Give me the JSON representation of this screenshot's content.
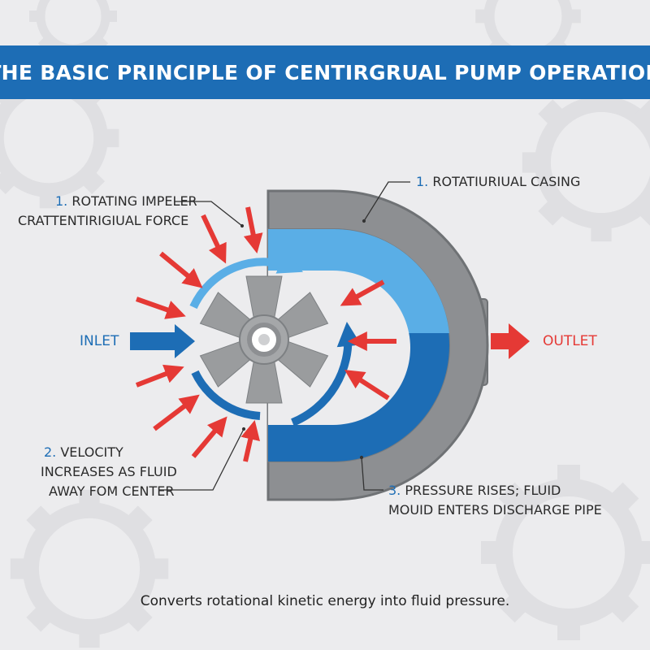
{
  "title": "THE BASIC PRINCIPLE OF CENTIRGRUAL PUMP OPERATION",
  "labels": {
    "impeller": {
      "number": "1.",
      "line1": "ROTATING IMPELER",
      "line2": "CRATTENTIRIGIUAL FORCE"
    },
    "casing": {
      "number": "1.",
      "line1": "ROTATIURIUAL CASING"
    },
    "velocity": {
      "number": "2.",
      "line1": "VELOCITY",
      "line2": "INCREASES AS FLUID",
      "line3": "AWAY FOM CENTER"
    },
    "pressure": {
      "number": "3.",
      "line1": "PRESSURE RISES; FLUID",
      "line2": "MOUID ENTERS DISCHARGE PIPE"
    }
  },
  "inlet_label": "INLET",
  "outlet_label": "OUTLET",
  "footer": "Converts rotational kinetic energy into fluid pressure.",
  "colors": {
    "title_bar": "#1d6db5",
    "number_blue": "#1d6db5",
    "force_arrow_red": "#e53935",
    "casing_gray": "#8d8f92",
    "flow_light_blue": "#5aaee6",
    "flow_dark_blue": "#1d6db5",
    "impeller_gray": "#9a9c9e"
  },
  "icons": [
    "gear-icon",
    "impeller-icon",
    "arrow-icon"
  ]
}
